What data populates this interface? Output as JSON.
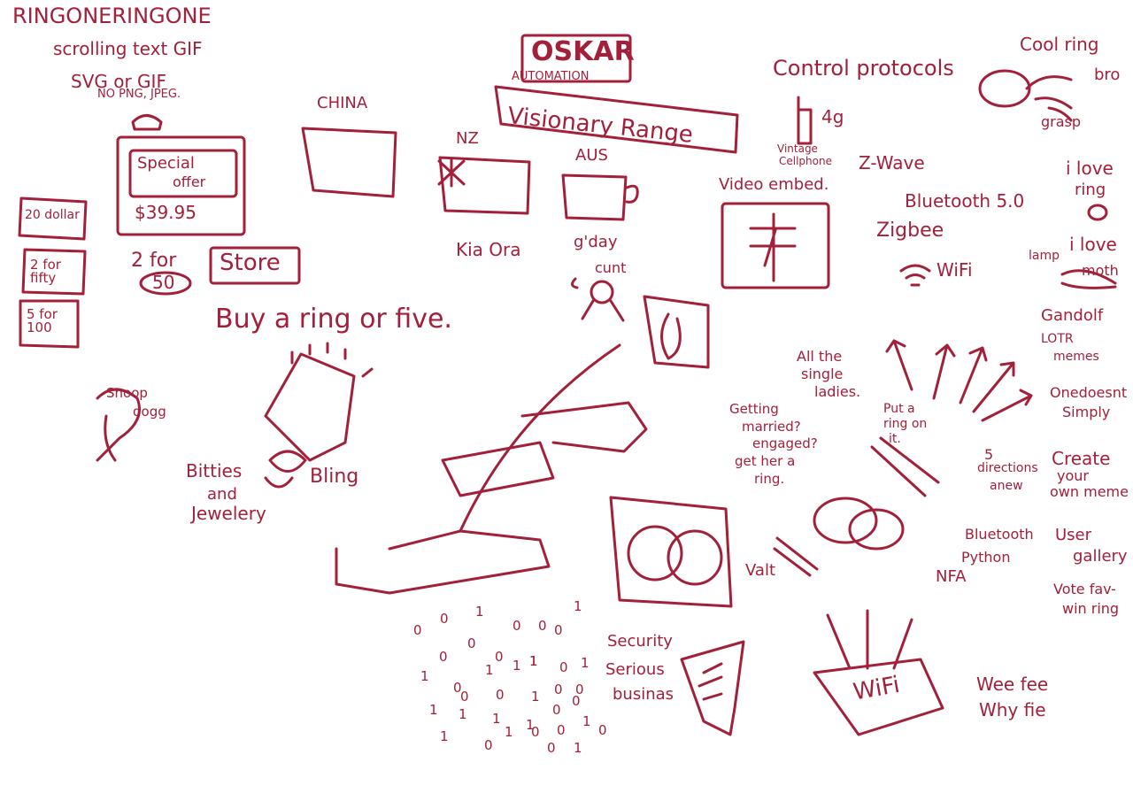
{
  "ink_color": "#a3203a",
  "texts": {
    "ringone": "RINGONERINGONE",
    "scrolling": "scrolling text GIF",
    "svg_gif": "SVG or GIF",
    "no_png": "NO PNG, JPEG.",
    "china": "CHINA",
    "special": "Special",
    "offer": "offer",
    "price": "$39.95",
    "twenty_dollar": "20 dollar",
    "two_for_fifty": "2 for fifty",
    "five_for_100": "5 for 100",
    "two_for": "2 for",
    "fifty_num": "50",
    "store": "Store",
    "buy": "Buy a ring or five.",
    "oskar": "OSKAR",
    "automation": "AUTOMATION",
    "visionary": "Visionary Range",
    "nz": "NZ",
    "aus": "AUS",
    "kia_ora": "Kia Ora",
    "gday": "g'day",
    "cunt": "cunt",
    "control": "Control protocols",
    "four_g": "4g",
    "vintage": "Vintage",
    "cellphone": "Cellphone",
    "zwave": "Z-Wave",
    "bluetooth": "Bluetooth 5.0",
    "zigbee": "Zigbee",
    "wifi": "WiFi",
    "video_embed": "Video embed.",
    "cool_ring": "Cool ring",
    "bro": "bro",
    "grasp": "grasp",
    "i_love_ring": "i love",
    "ring_word": "ring",
    "lamp": "lamp",
    "i_love_moth": "i love",
    "moth": "moth",
    "gandolf": "Gandolf",
    "lotr": "LOTR",
    "memes": "memes",
    "one_does": "Onedoesnt",
    "simply": "Simply",
    "create": "Create",
    "your": "your",
    "own_meme": "own meme",
    "five_dir": "5",
    "directions": "directions",
    "anew": "anew",
    "single1": "All the",
    "single2": "single",
    "single3": "ladies.",
    "put1": "Put a",
    "put2": "ring on",
    "put3": "it.",
    "getting1": "Getting",
    "getting2": "married?",
    "getting3": "engaged?",
    "getting4": "get her a",
    "getting5": "ring.",
    "bluetooth2": "Bluetooth",
    "python": "Python",
    "nfa": "NFA",
    "user": "User",
    "gallery": "gallery",
    "vote1": "Vote fav-",
    "vote2": "win ring",
    "snoop1": "Snoop",
    "snoop2": "dogg",
    "bitties": "Bitties",
    "and": "and",
    "jewelery": "Jewelery",
    "bling": "Bling",
    "valt": "Valt",
    "security": "Security",
    "serious": "Serious",
    "business": "businas",
    "router_wifi": "WiFi",
    "wee1": "Wee fee",
    "wee2": "Why fie"
  },
  "binary": [
    "0",
    "0",
    "1",
    "0",
    "0",
    "1",
    "0",
    "0",
    "0",
    "1",
    "0",
    "0",
    "1",
    "1",
    "0",
    "1",
    "1",
    "1",
    "0",
    "0",
    "1",
    "1",
    "1",
    "1",
    "0",
    "0",
    "1",
    "0",
    "1",
    "1",
    "0",
    "1",
    "0",
    "1",
    "0",
    "0",
    "0",
    "0"
  ]
}
